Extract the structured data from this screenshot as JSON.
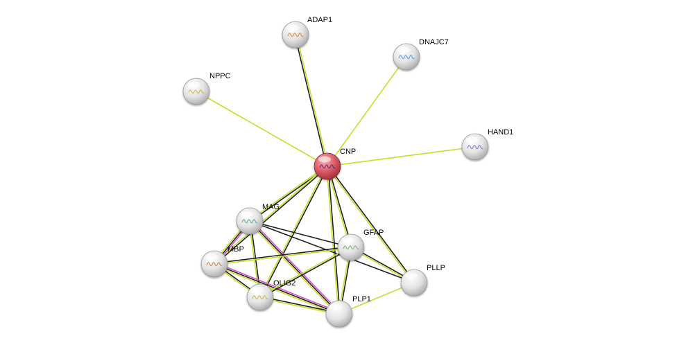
{
  "colors": {
    "query_node": "#d95a66",
    "node": "#e6e6e6",
    "edge_coexpression": "#1e1e1e",
    "edge_textmining": "#c6de2a",
    "edge_experiments": "#d64bcb"
  },
  "nodes": [
    {
      "id": "CNP",
      "label": "CNP",
      "query": true,
      "icon": "protein-structure-icon"
    },
    {
      "id": "ADAP1",
      "label": "ADAP1",
      "icon": "protein-structure-icon"
    },
    {
      "id": "DNAJC7",
      "label": "DNAJC7",
      "icon": "protein-structure-icon"
    },
    {
      "id": "NPPC",
      "label": "NPPC",
      "icon": "protein-structure-icon"
    },
    {
      "id": "HAND1",
      "label": "HAND1",
      "icon": "protein-structure-icon"
    },
    {
      "id": "MAG",
      "label": "MAG",
      "icon": "protein-structure-icon"
    },
    {
      "id": "GFAP",
      "label": "GFAP",
      "icon": "protein-structure-icon"
    },
    {
      "id": "MBP",
      "label": "MBP",
      "icon": "protein-structure-icon"
    },
    {
      "id": "PLLP",
      "label": "PLLP",
      "icon": null
    },
    {
      "id": "OLIG2",
      "label": "OLIG2",
      "icon": "protein-structure-icon"
    },
    {
      "id": "PLP1",
      "label": "PLP1",
      "icon": null
    }
  ],
  "edges": [
    {
      "from": "CNP",
      "to": "ADAP1",
      "types": [
        "coexpression",
        "textmining"
      ]
    },
    {
      "from": "CNP",
      "to": "DNAJC7",
      "types": [
        "textmining"
      ]
    },
    {
      "from": "CNP",
      "to": "NPPC",
      "types": [
        "textmining"
      ]
    },
    {
      "from": "CNP",
      "to": "HAND1",
      "types": [
        "textmining"
      ]
    },
    {
      "from": "CNP",
      "to": "MAG",
      "types": [
        "coexpression",
        "textmining"
      ]
    },
    {
      "from": "CNP",
      "to": "MBP",
      "types": [
        "coexpression",
        "textmining"
      ]
    },
    {
      "from": "CNP",
      "to": "GFAP",
      "types": [
        "coexpression",
        "textmining"
      ]
    },
    {
      "from": "CNP",
      "to": "OLIG2",
      "types": [
        "coexpression",
        "textmining"
      ]
    },
    {
      "from": "CNP",
      "to": "PLP1",
      "types": [
        "coexpression",
        "textmining"
      ]
    },
    {
      "from": "CNP",
      "to": "PLLP",
      "types": [
        "coexpression",
        "textmining"
      ]
    },
    {
      "from": "MAG",
      "to": "GFAP",
      "types": [
        "coexpression"
      ]
    },
    {
      "from": "MAG",
      "to": "MBP",
      "types": [
        "experiments",
        "coexpression",
        "textmining"
      ]
    },
    {
      "from": "MAG",
      "to": "OLIG2",
      "types": [
        "coexpression",
        "textmining"
      ]
    },
    {
      "from": "MAG",
      "to": "PLP1",
      "types": [
        "experiments",
        "coexpression",
        "textmining"
      ]
    },
    {
      "from": "MAG",
      "to": "PLLP",
      "types": [
        "coexpression"
      ]
    },
    {
      "from": "MBP",
      "to": "GFAP",
      "types": [
        "coexpression",
        "textmining"
      ]
    },
    {
      "from": "MBP",
      "to": "OLIG2",
      "types": [
        "coexpression",
        "textmining"
      ]
    },
    {
      "from": "MBP",
      "to": "PLP1",
      "types": [
        "experiments",
        "coexpression",
        "textmining"
      ]
    },
    {
      "from": "GFAP",
      "to": "OLIG2",
      "types": [
        "coexpression",
        "textmining"
      ]
    },
    {
      "from": "GFAP",
      "to": "PLP1",
      "types": [
        "coexpression",
        "textmining"
      ]
    },
    {
      "from": "GFAP",
      "to": "PLLP",
      "types": [
        "coexpression",
        "textmining"
      ]
    },
    {
      "from": "OLIG2",
      "to": "PLP1",
      "types": [
        "coexpression",
        "textmining"
      ]
    },
    {
      "from": "PLP1",
      "to": "PLLP",
      "types": [
        "textmining"
      ]
    }
  ]
}
